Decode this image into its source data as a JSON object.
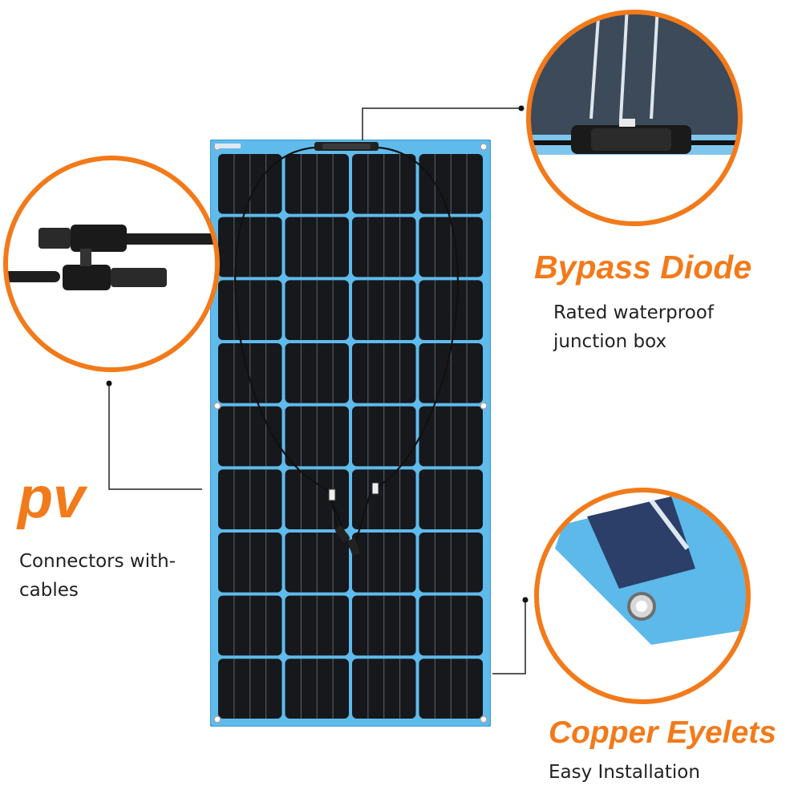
{
  "colors": {
    "accent_orange": "#f27a1a",
    "panel_blue": "#4fb3e8",
    "cell_dark": "#16181c",
    "leader_line": "#222222"
  },
  "panel": {
    "rows": 9,
    "cols": 4,
    "cable_icon": "cable-icon",
    "junction_icon": "junction-box-icon",
    "eyelet_icon": "eyelet-icon"
  },
  "callouts": {
    "bypass": {
      "headline": "Bypass Diode",
      "caption_line1": "Rated waterproof",
      "caption_line2": "junction box",
      "icon": "junction-box-closeup-icon"
    },
    "pv": {
      "headline": "pv",
      "caption_line1": "Connectors with-",
      "caption_line2": "cables",
      "icon": "mc4-connector-icon"
    },
    "eyelets": {
      "headline": "Copper Eyelets",
      "caption_line1": "Easy Installation",
      "icon": "copper-eyelet-icon"
    }
  }
}
